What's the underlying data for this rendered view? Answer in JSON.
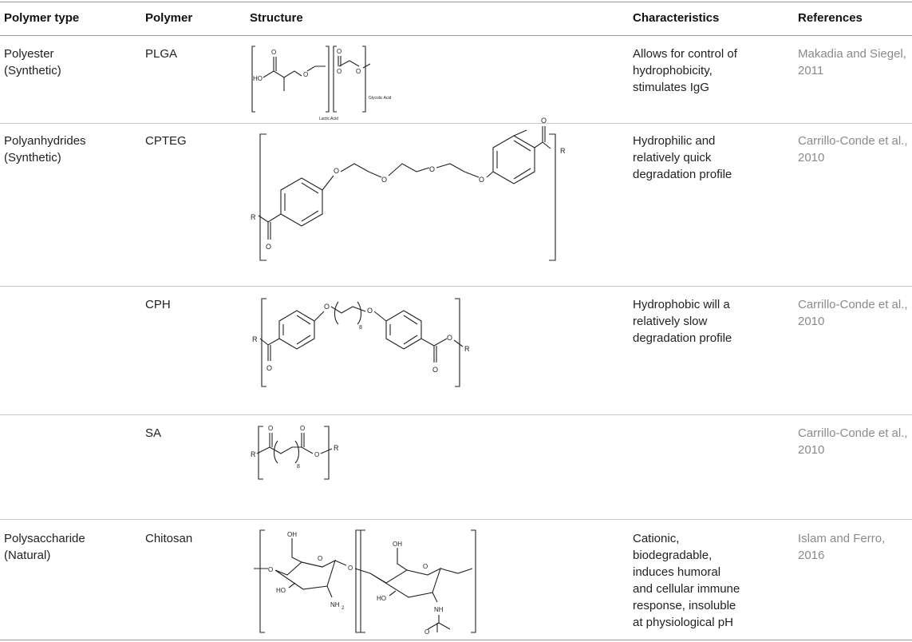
{
  "headers": [
    "Polymer type",
    "Polymer",
    "Structure",
    "Characteristics",
    "References"
  ],
  "rows": [
    {
      "type": "Polyester\n(Synthetic)",
      "polymer": "PLGA",
      "characteristics": "Allows for control of\nhydrophobicity,\nstimulates IgG",
      "reference": "Makadia and Siegel,\n2011",
      "structure_labels": {
        "ho": "HO",
        "o": "O",
        "lactic": "Lactic Acid",
        "glycolic": "Glycolic Acid"
      }
    },
    {
      "type": "Polyanhydrides\n(Synthetic)",
      "polymer": "CPTEG",
      "characteristics": "Hydrophilic and\nrelatively quick\ndegradation profile",
      "reference": "Carrillo-Conde et al.,\n2010",
      "structure_labels": {
        "r": "R",
        "o": "O"
      }
    },
    {
      "type": "",
      "polymer": "CPH",
      "characteristics": "Hydrophobic will a\nrelatively slow\ndegradation profile",
      "reference": "Carrillo-Conde et al.,\n2010",
      "structure_labels": {
        "r": "R",
        "o": "O",
        "n": "8"
      }
    },
    {
      "type": "",
      "polymer": "SA",
      "characteristics": "",
      "reference": "Carrillo-Conde et al.,\n2010",
      "structure_labels": {
        "r": "R",
        "o": "O",
        "n": "8"
      }
    },
    {
      "type": "Polysaccharide\n(Natural)",
      "polymer": "Chitosan",
      "characteristics": "Cationic,\nbiodegradable,\ninduces humoral\nand cellular immune\nresponse, insoluble\nat physiological pH",
      "reference": "Islam and Ferro,\n2016",
      "structure_labels": {
        "oh": "OH",
        "ho": "HO",
        "o": "O",
        "nh2": "NH",
        "sub2": "2",
        "nh": "NH"
      }
    }
  ]
}
